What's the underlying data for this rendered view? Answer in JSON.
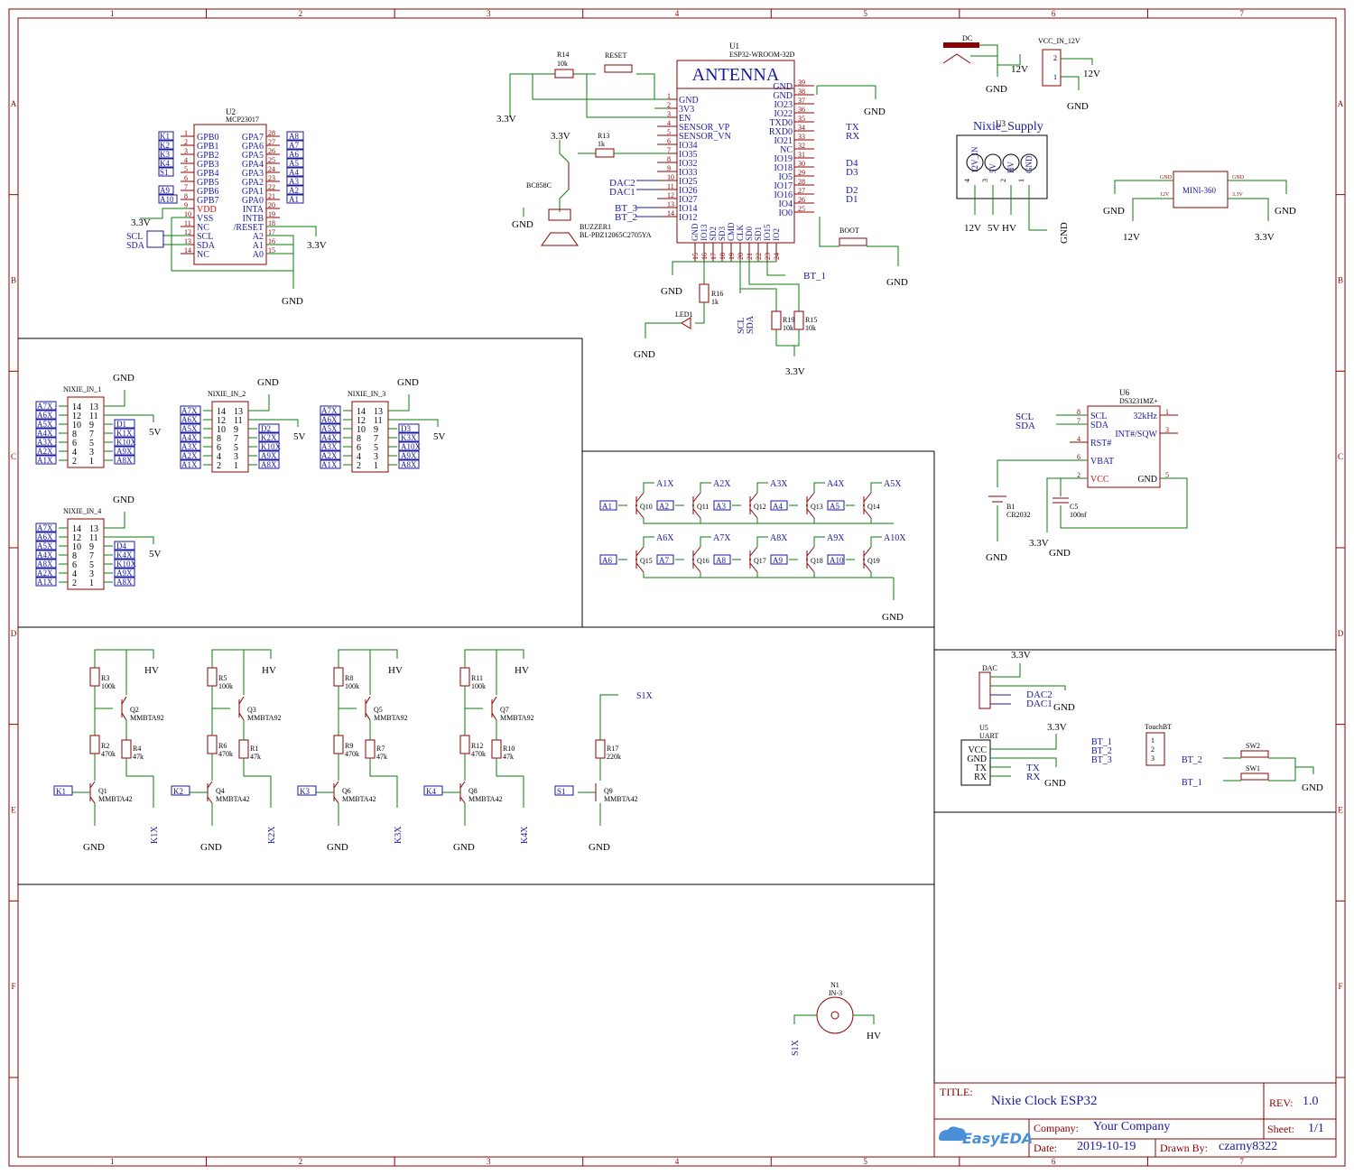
{
  "colors": {
    "frame": "#8b0000",
    "wire": "#0a7d0a",
    "net": "#1a1a9e",
    "component": "#8b0000",
    "logo": "#4a90d9"
  },
  "frame": {
    "columns": [
      "1",
      "2",
      "3",
      "4",
      "5",
      "6",
      "7"
    ],
    "rows": [
      "A",
      "B",
      "C",
      "D",
      "E",
      "F"
    ]
  },
  "title_block": {
    "title_label": "TITLE:",
    "title": "Nixie Clock ESP32",
    "rev_label": "REV:",
    "rev": "1.0",
    "company_label": "Company:",
    "company": "Your Company",
    "sheet_label": "Sheet:",
    "sheet": "1/1",
    "date_label": "Date:",
    "date": "2019-10-19",
    "drawn_label": "Drawn By:",
    "drawn_by": "czarny8322",
    "logo": "EasyEDA"
  },
  "components": {
    "u1": {
      "ref": "U1",
      "part": "ESP32-WROOM-32D",
      "banner": "ANTENNA",
      "left_pins": [
        "GND",
        "3V3",
        "EN",
        "SENSOR_VP",
        "SENSOR_VN",
        "IO34",
        "IO35",
        "IO32",
        "IO33",
        "IO25",
        "IO26",
        "IO27",
        "IO14",
        "IO12"
      ],
      "left_nums": [
        "1",
        "2",
        "3",
        "4",
        "5",
        "6",
        "7",
        "8",
        "9",
        "10",
        "11",
        "12",
        "13",
        "14"
      ],
      "right_pins": [
        "GND",
        "GND",
        "IO23",
        "IO22",
        "TXD0",
        "RXD0",
        "IO21",
        "NC",
        "IO19",
        "IO18",
        "IO5",
        "IO17",
        "IO16",
        "IO4",
        "IO0"
      ],
      "right_nums": [
        "39",
        "38",
        "37",
        "36",
        "35",
        "34",
        "33",
        "32",
        "31",
        "30",
        "29",
        "28",
        "27",
        "26",
        "25"
      ],
      "bottom_pins": [
        "GND",
        "IO13",
        "SD2",
        "SD3",
        "CMD",
        "CLK",
        "SD0",
        "SD1",
        "IO15",
        "IO2"
      ],
      "bottom_nums": [
        "15",
        "16",
        "17",
        "18",
        "19",
        "20",
        "21",
        "22",
        "23",
        "24"
      ]
    },
    "u2": {
      "ref": "U2",
      "part": "MCP23017",
      "left_pins": [
        "GPB0",
        "GPB1",
        "GPB2",
        "GPB3",
        "GPB4",
        "GPB5",
        "GPB6",
        "GPB7",
        "VDD",
        "VSS",
        "NC",
        "SCL",
        "SDA",
        "NC"
      ],
      "left_nums": [
        "1",
        "2",
        "3",
        "4",
        "5",
        "6",
        "7",
        "8",
        "9",
        "10",
        "11",
        "12",
        "13",
        "14"
      ],
      "right_pins": [
        "GPA7",
        "GPA6",
        "GPA5",
        "GPA4",
        "GPA3",
        "GPA2",
        "GPA1",
        "GPA0",
        "INTA",
        "INTB",
        "/RESET",
        "A2",
        "A1",
        "A0"
      ],
      "right_nums": [
        "28",
        "27",
        "26",
        "25",
        "24",
        "23",
        "22",
        "21",
        "20",
        "19",
        "18",
        "17",
        "16",
        "15"
      ]
    },
    "u6": {
      "ref": "U6",
      "part": "DS3231MZ+",
      "left_pins": [
        "SCL",
        "SDA",
        "RST#",
        "VBAT",
        "VCC"
      ],
      "left_nums": [
        "8",
        "7",
        "4",
        "6",
        "2"
      ],
      "right_pins": [
        "32kHz",
        "INT#/SQW",
        "GND"
      ],
      "right_nums": [
        "1",
        "3",
        "5"
      ]
    },
    "u5": {
      "ref": "U5",
      "part": "UART",
      "pins": [
        "VCC",
        "GND",
        "TX",
        "RX"
      ]
    },
    "r14": {
      "ref": "R14",
      "value": "10k"
    },
    "r13": {
      "ref": "R13",
      "value": "1k"
    },
    "r16": {
      "ref": "R16",
      "value": "1k"
    },
    "r19": {
      "ref": "R19",
      "value": "10k"
    },
    "r15": {
      "ref": "R15",
      "value": "10k"
    },
    "reset": "RESET",
    "boot": "BOOT",
    "q_bc": "BC858C",
    "buzzer": {
      "ref": "BUZZER1",
      "part": "BL-PBZ12065C2705YA"
    },
    "led": "LED1",
    "dc": "DC",
    "vcc_in": "VCC_IN_12V",
    "nixie_supply": {
      "ref": "U3",
      "title": "Nixie_Supply",
      "pins": [
        "12V_IN",
        "5V",
        "HV",
        "GND"
      ],
      "nums": [
        "4",
        "3",
        "2",
        "1"
      ]
    },
    "mini360": {
      "part": "MINI-360",
      "pin_gnd": "GND",
      "pin_12v": "12V",
      "pin_33v": "3.3V"
    },
    "b1": {
      "ref": "B1",
      "part": "CR2032"
    },
    "c5": {
      "ref": "C5",
      "value": "100nf"
    },
    "dac": "DAC",
    "touchbt": "TouchBT",
    "sw1": "SW1",
    "sw2": "SW2",
    "n1": {
      "ref": "N1",
      "part": "IN-3"
    },
    "nixie_conn_pins_left": [
      "14",
      "12",
      "10",
      "8",
      "6",
      "4",
      "2"
    ],
    "nixie_conn_pins_right": [
      "13",
      "11",
      "9",
      "7",
      "5",
      "3",
      "1"
    ],
    "nixie_ins": [
      {
        "title": "NIXIE_IN_1",
        "left": [
          "A7X",
          "A6X",
          "A5X",
          "A4X",
          "A3X",
          "A2X",
          "A1X"
        ],
        "right": [
          "D1",
          "K1X",
          "K10X",
          "A9X",
          "A8X"
        ]
      },
      {
        "title": "NIXIE_IN_2",
        "left": [
          "A7X",
          "A6X",
          "A5X",
          "A4X",
          "A3X",
          "A2X",
          "A1X"
        ],
        "right": [
          "D2",
          "K2X",
          "K10X",
          "A9X",
          "A8X"
        ]
      },
      {
        "title": "NIXIE_IN_3",
        "left": [
          "A7X",
          "A6X",
          "A5X",
          "A4X",
          "A3X",
          "A2X",
          "A1X"
        ],
        "right": [
          "D3",
          "K3X",
          "A10X",
          "A9X",
          "A8X"
        ]
      },
      {
        "title": "NIXIE_IN_4",
        "left": [
          "A7X",
          "A6X",
          "A5X",
          "A4X",
          "A8X",
          "A2X",
          "A1X"
        ],
        "right": [
          "D4",
          "K4X",
          "K10X",
          "A9X",
          "A8X"
        ]
      }
    ],
    "anode_drivers": [
      {
        "q": "Q10",
        "in": "A1",
        "out": "A1X"
      },
      {
        "q": "Q11",
        "in": "A2",
        "out": "A2X"
      },
      {
        "q": "Q12",
        "in": "A3",
        "out": "A3X"
      },
      {
        "q": "Q13",
        "in": "A4",
        "out": "A4X"
      },
      {
        "q": "Q14",
        "in": "A5",
        "out": "A5X"
      },
      {
        "q": "Q15",
        "in": "A6",
        "out": "A6X"
      },
      {
        "q": "Q16",
        "in": "A7",
        "out": "A7X"
      },
      {
        "q": "Q17",
        "in": "A8",
        "out": "A8X"
      },
      {
        "q": "Q18",
        "in": "A9",
        "out": "A9X"
      },
      {
        "q": "Q19",
        "in": "A10",
        "out": "A10X"
      }
    ],
    "hv_stages": [
      {
        "rtop": "R3",
        "rtop_v": "100k",
        "qp": "Q2",
        "rmid": "R2",
        "rmid_v": "470k",
        "rout": "R4",
        "rout_v": "47k",
        "qn": "Q1",
        "in": "K1",
        "out": "K1X"
      },
      {
        "rtop": "R5",
        "rtop_v": "100k",
        "qp": "Q3",
        "rmid": "R6",
        "rmid_v": "470k",
        "rout": "R1",
        "rout_v": "47k",
        "qn": "Q4",
        "in": "K2",
        "out": "K2X"
      },
      {
        "rtop": "R8",
        "rtop_v": "100k",
        "qp": "Q5",
        "rmid": "R9",
        "rmid_v": "470k",
        "rout": "R7",
        "rout_v": "47k",
        "qn": "Q6",
        "in": "K3",
        "out": "K3X"
      },
      {
        "rtop": "R11",
        "rtop_v": "100k",
        "qp": "Q7",
        "rmid": "R12",
        "rmid_v": "470k",
        "rout": "R10",
        "rout_v": "47k",
        "qn": "Q8",
        "in": "K4",
        "out": "K4X"
      }
    ],
    "pnp_part": "MMBTA92",
    "npn_part": "MMBTA42",
    "s_stage": {
      "r": "R17",
      "r_v": "220k",
      "q": "Q9",
      "in": "S1",
      "out": "S1X"
    }
  },
  "nets": {
    "gnd": "GND",
    "v33": "3.3V",
    "v5": "5V",
    "v12": "12V",
    "hv": "HV",
    "scl": "SCL",
    "sda": "SDA",
    "tx": "TX",
    "rx": "RX",
    "d1": "D1",
    "d2": "D2",
    "d3": "D3",
    "d4": "D4",
    "dac1": "DAC1",
    "dac2": "DAC2",
    "bt1": "BT_1",
    "bt2": "BT_2",
    "bt3": "BT_3",
    "k": [
      "K1",
      "K2",
      "K3",
      "K4"
    ],
    "s1": "S1",
    "a9": "A9",
    "a10": "A10",
    "mcp_a_left": [
      "A8",
      "A7",
      "A6",
      "A5",
      "A4",
      "A3",
      "A2",
      "A1"
    ]
  }
}
